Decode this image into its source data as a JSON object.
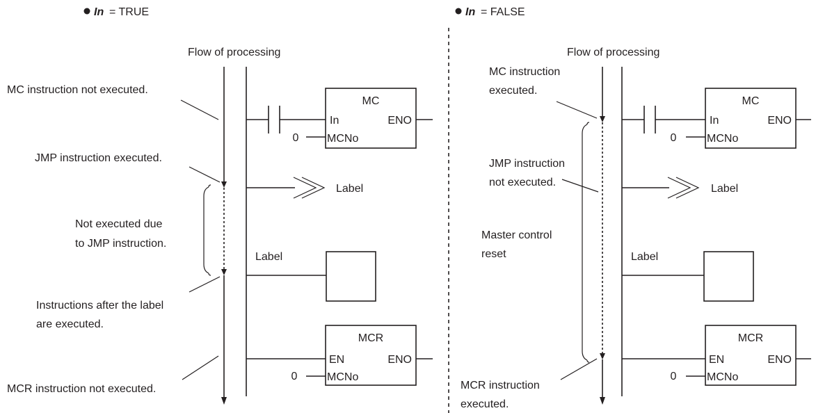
{
  "left": {
    "condition_var": "In",
    "condition_value": "= TRUE",
    "flow_label": "Flow of processing",
    "notes": {
      "mc": "MC instruction not executed.",
      "jmp": "JMP instruction executed.",
      "skip_line1": "Not executed due",
      "skip_line2": "to JMP instruction.",
      "after_line1": "Instructions after the label",
      "after_line2": "are executed.",
      "mcr": "MCR instruction not executed."
    }
  },
  "right": {
    "condition_var": "In",
    "condition_value": "= FALSE",
    "flow_label": "Flow of processing",
    "notes": {
      "mc_line1": "MC instruction",
      "mc_line2": "executed.",
      "jmp_line1": "JMP instruction",
      "jmp_line2": "not executed.",
      "reset_line1": "Master control",
      "reset_line2": "reset",
      "mcr_line1": "MCR instruction",
      "mcr_line2": "executed."
    }
  },
  "ladder": {
    "mc_block": {
      "title": "MC",
      "in": "In",
      "eno": "ENO",
      "mcno": "MCNo",
      "const": "0"
    },
    "jump_label": "Label",
    "label_rung": "Label",
    "mcr_block": {
      "title": "MCR",
      "en": "EN",
      "eno": "ENO",
      "mcno": "MCNo",
      "const": "0"
    }
  }
}
